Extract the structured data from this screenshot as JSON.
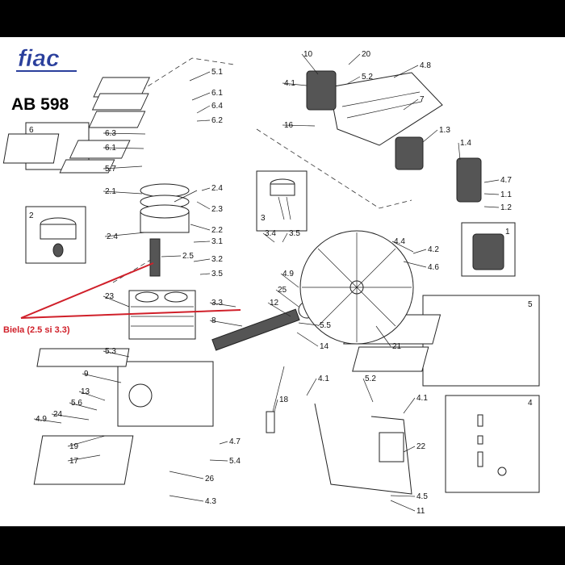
{
  "brand": {
    "logo_text": "fiac"
  },
  "model": "AB 598",
  "annotation": {
    "text": "Biela (2.5 si 3.3)",
    "color": "#d0202a"
  },
  "callouts": [
    "5.1",
    "6.1",
    "6.4",
    "6.2",
    "6.3",
    "6.1",
    "5.7",
    "2.1",
    "2.4",
    "2.3",
    "2.2",
    "2.4",
    "2.5",
    "3.1",
    "3.4",
    "3.5",
    "3.2",
    "3.5",
    "4.9",
    "3.3",
    "23",
    "25",
    "12",
    "8",
    "5.5",
    "14",
    "21",
    "5.3",
    "9",
    "13",
    "5.6",
    "24",
    "4.9",
    "19",
    "17",
    "26",
    "4.3",
    "4.7",
    "5.4",
    "18",
    "10",
    "20",
    "4.8",
    "4.1",
    "5.2",
    "7",
    "16",
    "1.3",
    "1.4",
    "4.7",
    "1.1",
    "1.2",
    "4.4",
    "4.2",
    "4.6",
    "4.1",
    "5.2",
    "4.1",
    "22",
    "4.5",
    "11"
  ],
  "insets": {
    "i6": "6",
    "i2": "2",
    "i3": "3",
    "i1": "1",
    "i5": "5",
    "i4": "4"
  }
}
